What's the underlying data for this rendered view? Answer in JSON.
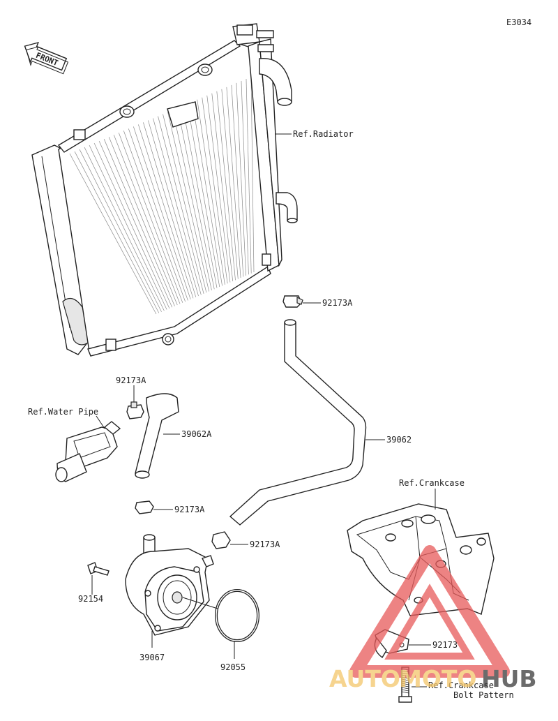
{
  "diagram_code": "E3034",
  "front_arrow": {
    "label": "FRONT",
    "icon": "front-direction-arrow-icon"
  },
  "callouts": {
    "ref_radiator": "Ref.Radiator",
    "ref_water_pipe": "Ref.Water Pipe",
    "ref_crankcase": "Ref.Crankcase",
    "ref_crankcase_bolt_line1": "Ref.Crankcase",
    "ref_crankcase_bolt_line2": "Bolt Pattern"
  },
  "parts": {
    "clamp_upper": "92173A",
    "clamp_water_pipe": "92173A",
    "hose_short": "39062A",
    "clamp_hose_short_lower": "92173A",
    "clamp_hose_long_lower": "92173A",
    "hose_long": "39062",
    "bolt": "92154",
    "oil_cooler": "39067",
    "o_ring": "92055",
    "bracket_clamp": "92173"
  },
  "watermark": {
    "text_a": "AUTO",
    "text_b": "MOTO",
    "text_c": "HUB",
    "color_a": "#f4c66a",
    "color_b": "#e85a5a",
    "color_c": "#3a3a3a"
  }
}
